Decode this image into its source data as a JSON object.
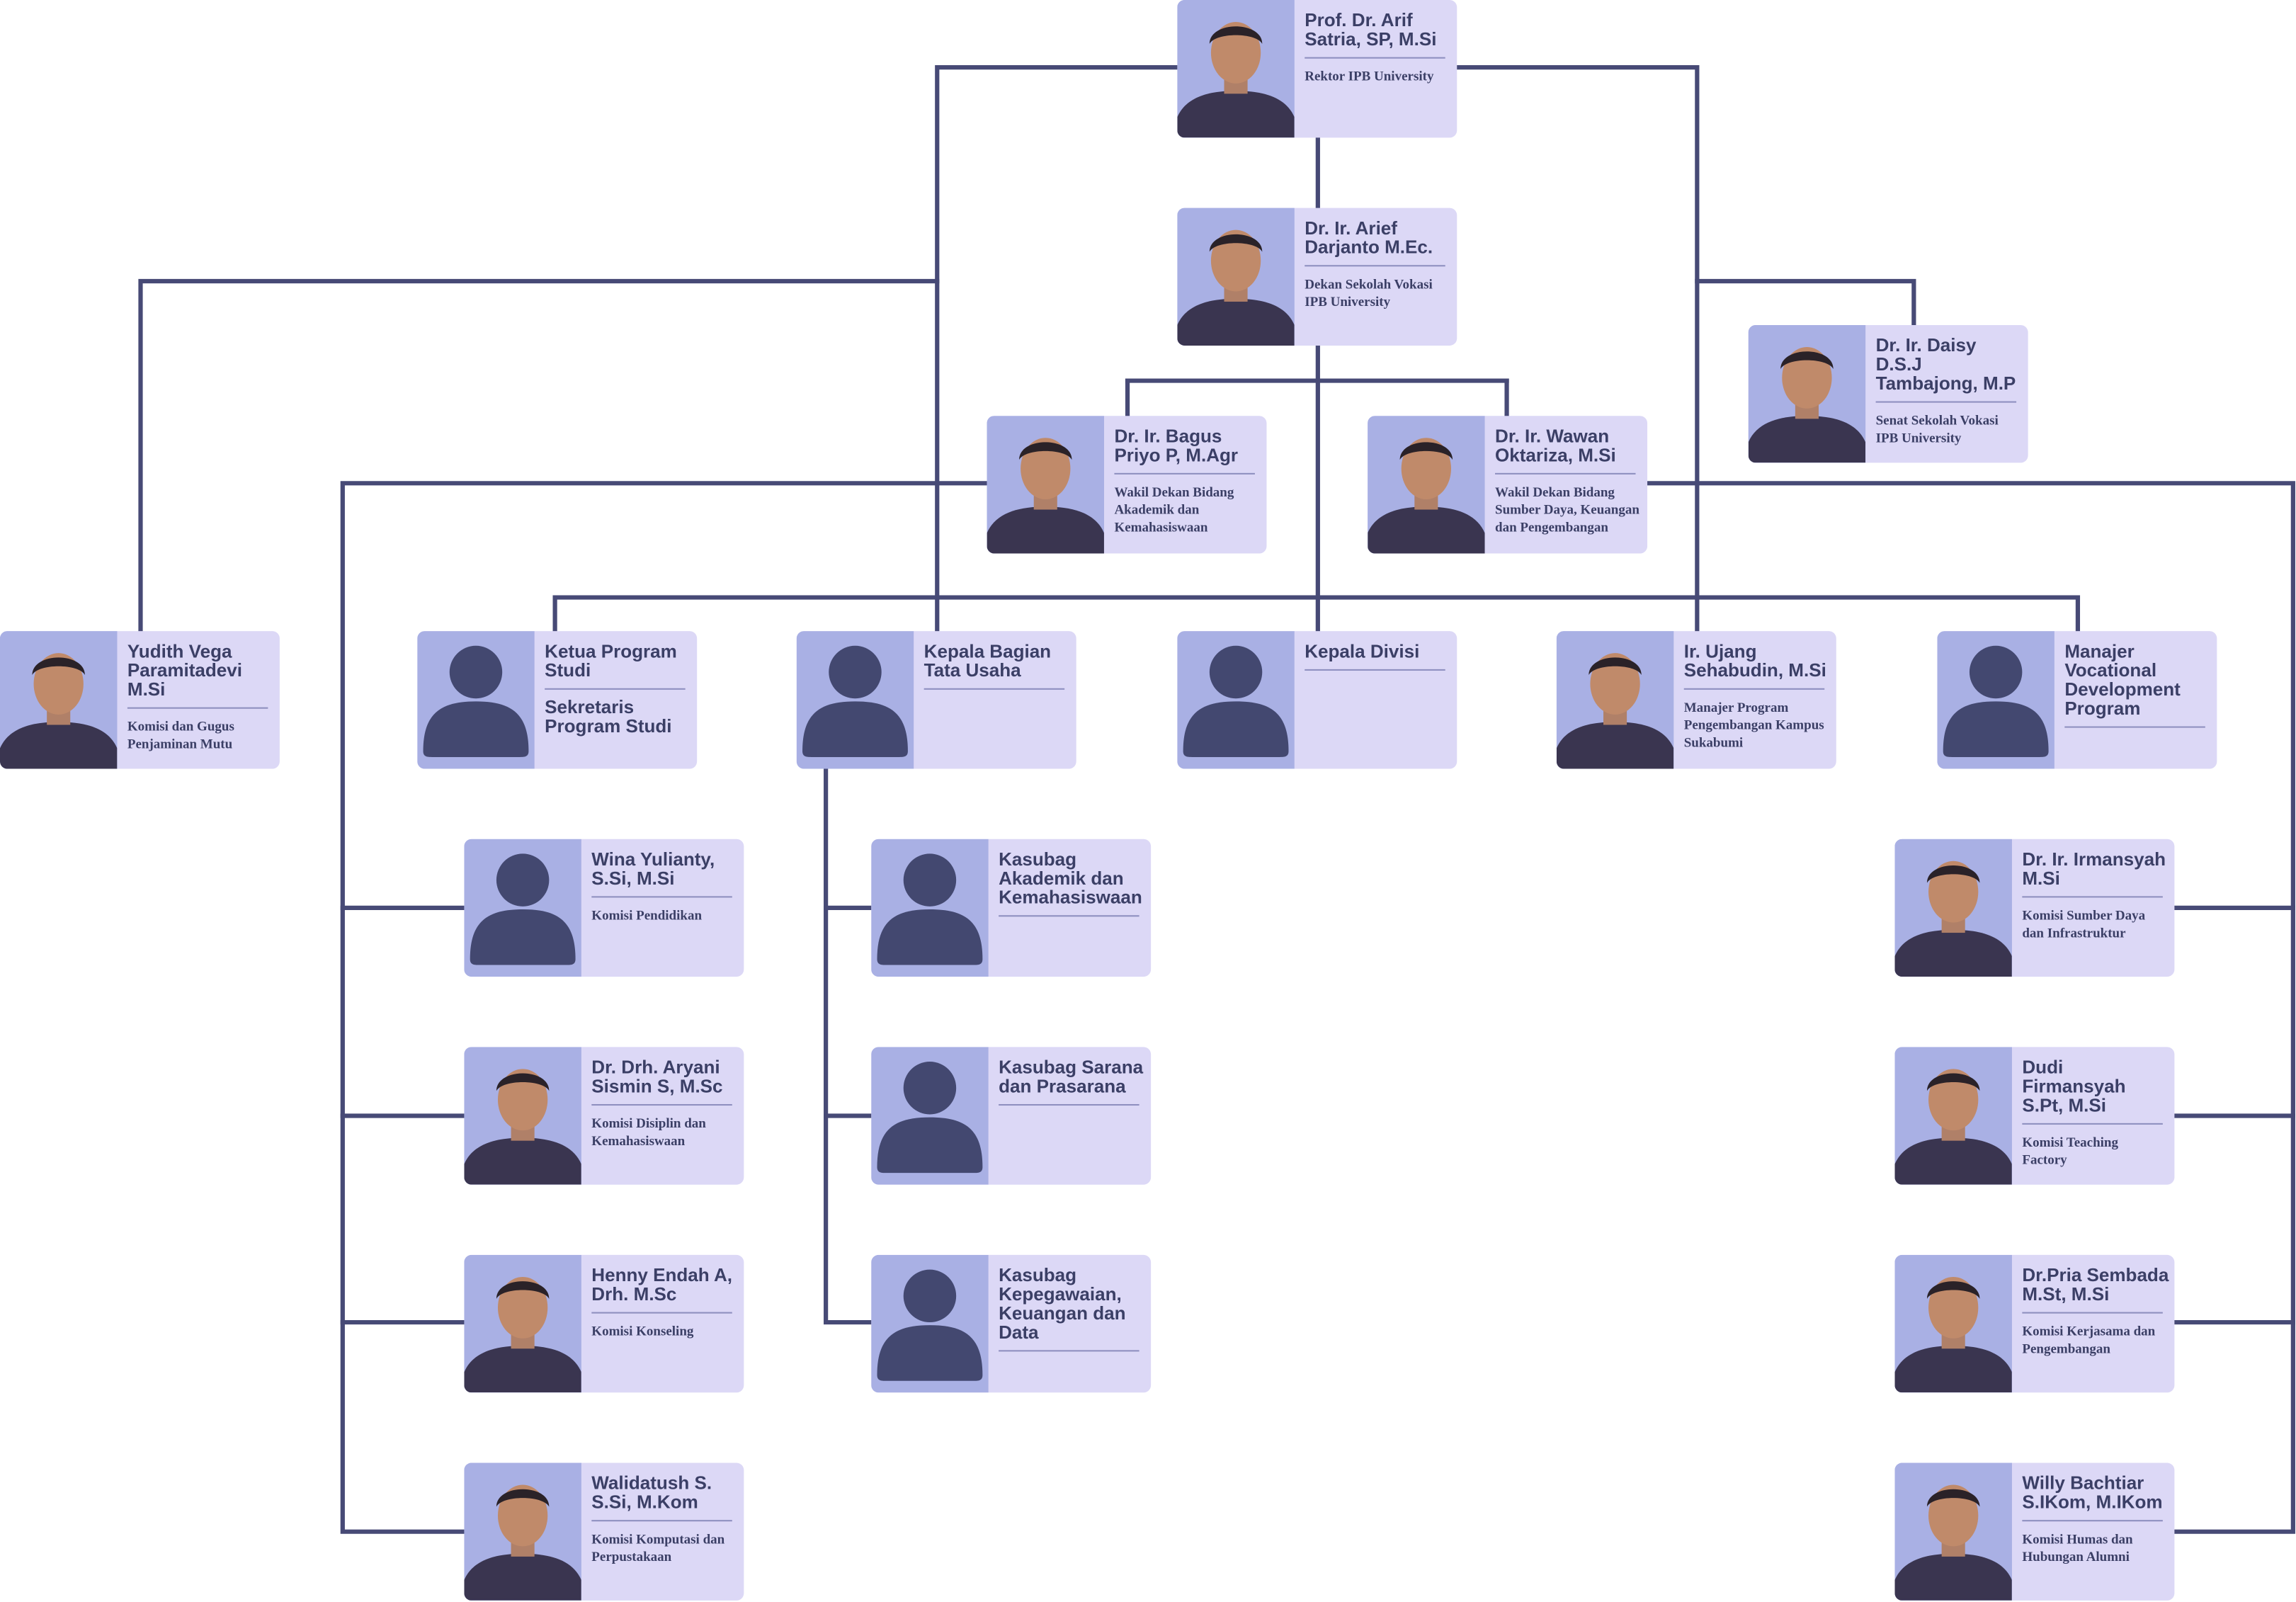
{
  "colors": {
    "line": "#474a76",
    "card": "#dcd8f6",
    "photo_bg": "#a9b0e4",
    "avatar": "#434870"
  },
  "nodes": {
    "rektor": {
      "name": "Prof. Dr. Arif\nSatria, SP, M.Si",
      "role": "Rektor IPB University",
      "icon": "person-photo"
    },
    "dekan": {
      "name": "Dr. Ir. Arief\nDarjanto M.Ec.",
      "role": "Dekan Sekolah Vokasi\nIPB University",
      "icon": "person-photo"
    },
    "senat": {
      "name": "Dr. Ir. Daisy D.S.J\nTambajong, M.P",
      "role": "Senat Sekolah Vokasi\nIPB University",
      "icon": "person-photo"
    },
    "wadek1": {
      "name": "Dr. Ir. Bagus\nPriyo P, M.Agr",
      "role": "Wakil Dekan Bidang\nAkademik dan\nKemahasiswaan",
      "icon": "person-photo"
    },
    "wadek2": {
      "name": "Dr. Ir. Wawan\nOktariza, M.Si",
      "role": "Wakil Dekan Bidang\nSumber Daya, Keuangan\ndan Pengembangan",
      "icon": "person-photo"
    },
    "yudith": {
      "name": "Yudith Vega\nParamitadevi\nM.Si",
      "role": "Komisi dan Gugus\nPenjaminan Mutu",
      "icon": "person-photo"
    },
    "kaprodi": {
      "name": "Ketua Program\nStudi",
      "name2": "Sekretaris\nProgram Studi",
      "icon": "avatar-icon"
    },
    "kabag": {
      "name": "Kepala Bagian\nTata Usaha",
      "icon": "avatar-icon"
    },
    "kadiv": {
      "name": "Kepala Divisi",
      "icon": "avatar-icon"
    },
    "ujang": {
      "name": "Ir. Ujang\nSehabudin, M.Si",
      "role": "Manajer Program\nPengembangan Kampus\nSukabumi",
      "icon": "person-photo"
    },
    "manajer_vdp": {
      "name": "Manajer\nVocational\nDevelopment\nProgram",
      "icon": "avatar-icon"
    },
    "wina": {
      "name": "Wina Yulianty,\nS.Si, M.Si",
      "role": "Komisi Pendidikan",
      "icon": "avatar-icon"
    },
    "aryani": {
      "name": "Dr. Drh. Aryani\nSismin S, M.Sc",
      "role": "Komisi Disiplin dan\nKemahasiswaan",
      "icon": "person-photo"
    },
    "henny": {
      "name": "Henny Endah A,\nDrh. M.Sc",
      "role": "Komisi Konseling",
      "icon": "person-photo"
    },
    "walidatush": {
      "name": "Walidatush S.\nS.Si, M.Kom",
      "role": "Komisi Komputasi dan\nPerpustakaan",
      "icon": "person-photo"
    },
    "kasubag_akad": {
      "name": "Kasubag\nAkademik dan\nKemahasiswaan",
      "icon": "avatar-icon"
    },
    "kasubag_sarana": {
      "name": "Kasubag Sarana\ndan Prasarana",
      "icon": "avatar-icon"
    },
    "kasubag_kepeg": {
      "name": "Kasubag\nKepegawaian,\nKeuangan dan\nData",
      "icon": "avatar-icon"
    },
    "irmansyah": {
      "name": "Dr. Ir. Irmansyah\nM.Si",
      "role": "Komisi Sumber Daya\ndan Infrastruktur",
      "icon": "person-photo"
    },
    "dudi": {
      "name": "Dudi Firmansyah\nS.Pt, M.Si",
      "role": "Komisi Teaching\nFactory",
      "icon": "person-photo"
    },
    "pria": {
      "name": "Dr.Pria Sembada\nM.St, M.Si",
      "role": "Komisi Kerjasama dan\nPengembangan",
      "icon": "person-photo"
    },
    "willy": {
      "name": "Willy Bachtiar\nS.IKom, M.IKom",
      "role": "Komisi Humas dan\nHubungan Alumni",
      "icon": "person-photo"
    }
  }
}
